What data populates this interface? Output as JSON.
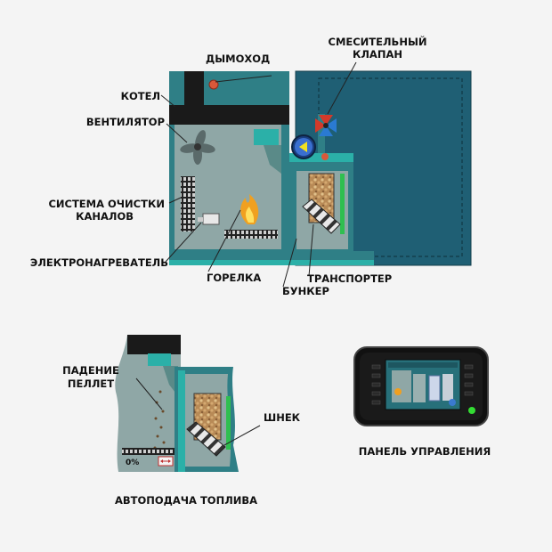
{
  "labels": {
    "chimney": "ДЫМОХОД",
    "mixing_valve_line1": "СМЕСИТЕЛЬНЫЙ",
    "mixing_valve_line2": "КЛАПАН",
    "boiler": "КОТЕЛ",
    "fan": "ВЕНТИЛЯТОР",
    "cleaning_line1": "СИСТЕМА ОЧИСТКИ",
    "cleaning_line2": "КАНАЛОВ",
    "heater": "ЭЛЕКТРОНАГРЕВАТЕЛЬ",
    "burner": "ГОРЕЛКА",
    "conveyor": "ТРАНСПОРТЕР",
    "hopper": "БУНКЕР",
    "pellets_line1": "ПАДЕНИЕ",
    "pellets_line2": "ПЕЛЛЕТ",
    "auger": "ШНЕК",
    "control_panel": "ПАНЕЛЬ УПРАВЛЕНИЯ",
    "autofeed": "АВТОПОДАЧА ТОПЛИВА",
    "percent": "0%"
  },
  "colors": {
    "teal_dark": "#1f5f74",
    "teal_mid": "#2f7f86",
    "teal_bright": "#2bb0a8",
    "boiler_gray": "#8fa7a6",
    "black": "#1a1a1a",
    "pellet": "#c8a070",
    "flame": "#f0a020",
    "valve_red": "#d23a2a",
    "valve_blue": "#2a7ad2",
    "led_green": "#33dd33"
  }
}
